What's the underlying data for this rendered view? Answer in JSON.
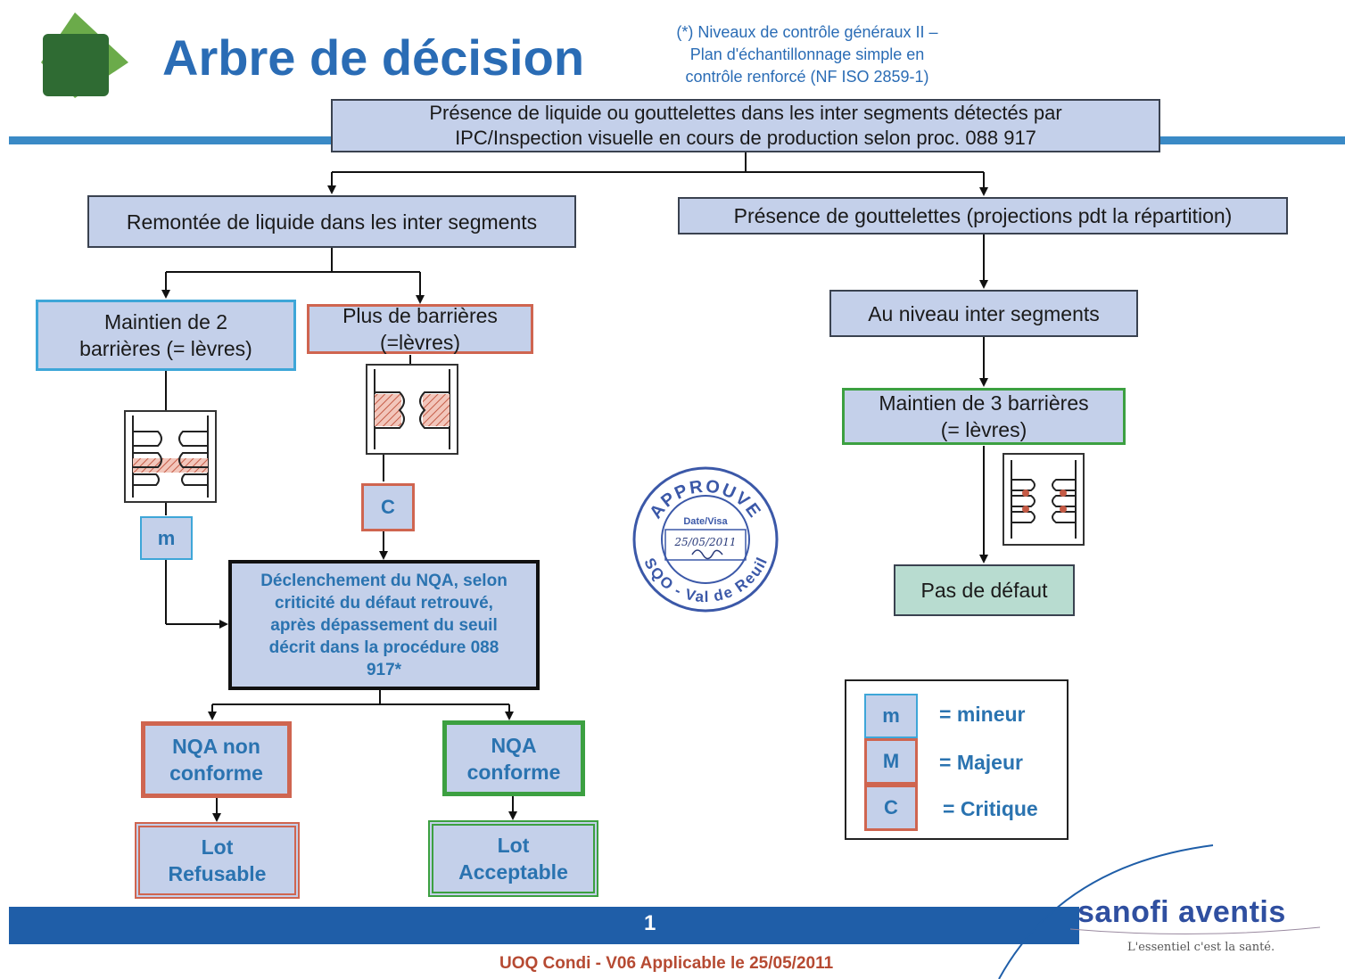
{
  "header": {
    "title": "Arbre de décision",
    "note_lines": [
      "(*) Niveaux de contrôle généraux II –",
      "Plan d'échantillonnage simple en",
      "contrôle renforcé (NF ISO 2859-1)"
    ]
  },
  "tree": {
    "root": [
      "Présence de liquide ou gouttelettes dans les inter segments détectés par",
      "IPC/Inspection visuelle en cours de production selon proc. 088 917"
    ],
    "left_branch": "Remontée de liquide dans les inter segments",
    "right_branch": "Présence de gouttelettes (projections pdt la répartition)",
    "maintien2": [
      "Maintien de 2",
      "barrières (= lèvres)"
    ],
    "plus_barrieres": [
      "Plus de barrières",
      "(=lèvres)"
    ],
    "au_niveau": "Au niveau inter segments",
    "maintien3": [
      "Maintien de 3 barrières",
      "(= lèvres)"
    ],
    "pas_defaut": "Pas de défaut",
    "badge_m": "m",
    "badge_c": "C",
    "nqa_trigger": [
      "Déclenchement du NQA, selon",
      "criticité du défaut retrouvé,",
      "après dépassement du seuil",
      "décrit dans la procédure 088",
      "917*"
    ],
    "nqa_non": [
      "NQA non",
      "conforme"
    ],
    "nqa_ok": [
      "NQA",
      "conforme"
    ],
    "lot_ref": [
      "Lot",
      "Refusable"
    ],
    "lot_acc": [
      "Lot",
      "Acceptable"
    ]
  },
  "legend": [
    {
      "code": "m",
      "label": "= mineur"
    },
    {
      "code": "M",
      "label": "= Majeur"
    },
    {
      "code": "C",
      "label": "= Critique"
    }
  ],
  "stamp": {
    "top": "APPROUVE",
    "bottom": "SQO - Val de Reuil",
    "field": "Date/Visa",
    "date": "25/05/2011"
  },
  "footer": {
    "page": "1",
    "doc": "UOQ Condi - V06 Applicable le 25/05/2011",
    "brand": "sanofi aventis",
    "tagline": "L'essentiel c'est la santé."
  },
  "colors": {
    "box_fill": "#c4d0ea",
    "blue_band": "#1f5ea8",
    "title_blue": "#2a6cb5",
    "red": "#cf6550",
    "green": "#3ca041",
    "teal_fill": "#b8dcd0"
  }
}
